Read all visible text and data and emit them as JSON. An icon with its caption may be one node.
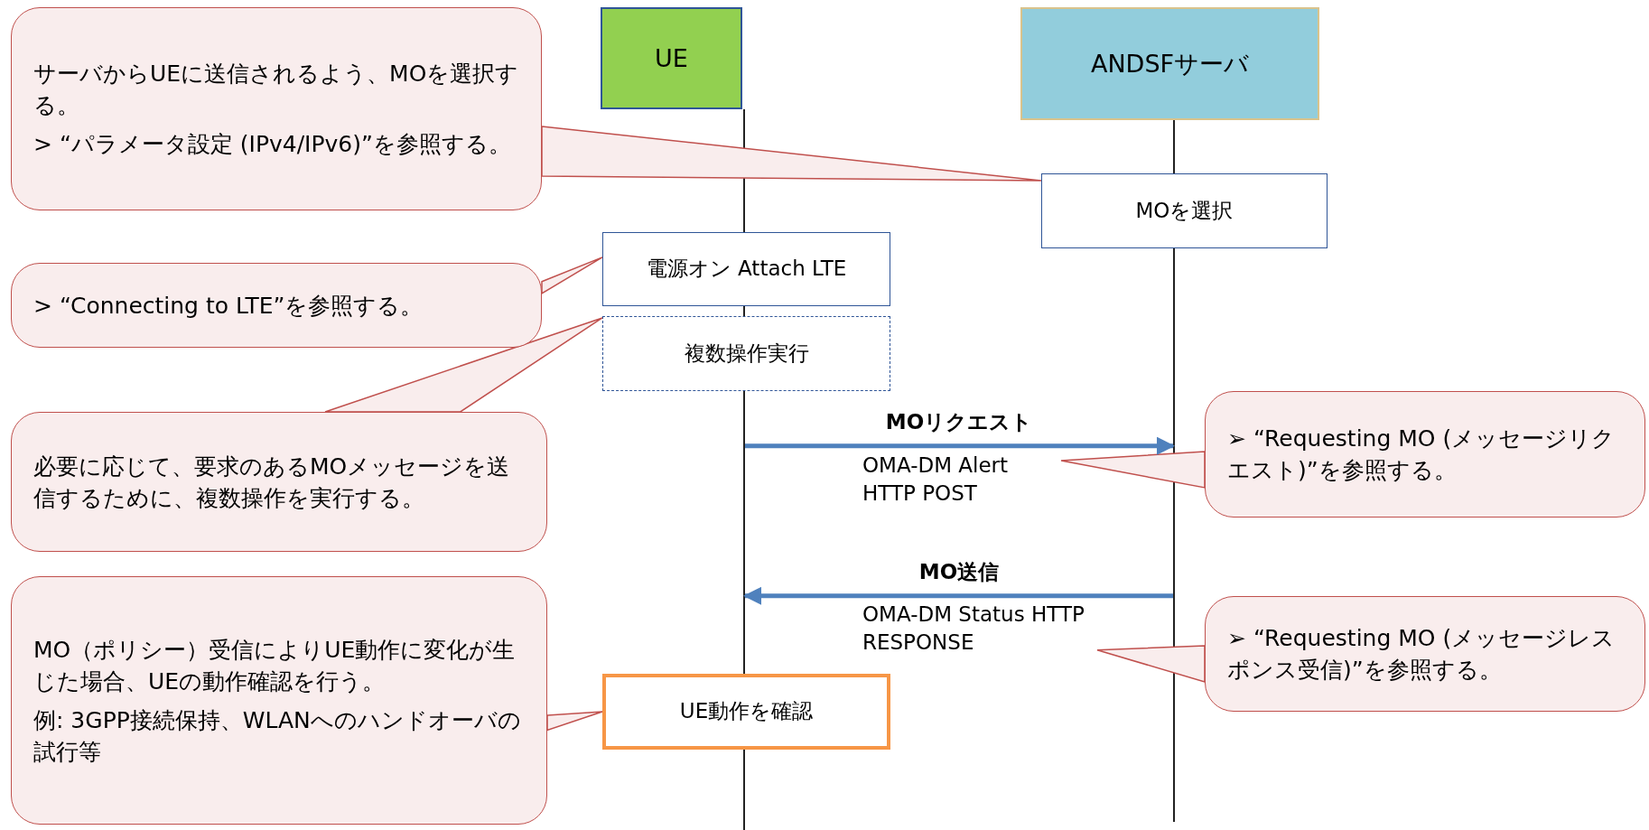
{
  "diagram": {
    "nodes": [
      {
        "text": [
          "UE"
        ]
      },
      {
        "text": [
          "ANDSFサーバ"
        ]
      },
      {
        "text": [
          "MOを選択"
        ]
      },
      {
        "text": [
          "電源オン Attach LTE"
        ]
      },
      {
        "text": [
          "複数操作実行"
        ]
      },
      {
        "text": [
          "UE動作を確認"
        ]
      },
      {
        "text": [
          "サーバからUEに送信されるよう、MOを選択する。",
          "> “パラメータ設定 (IPv4/IPv6)”を参照する。"
        ]
      },
      {
        "text": [
          "> “Connecting to LTE”を参照する。"
        ]
      },
      {
        "text": [
          "必要に応じて、要求のあるMOメッセージを送信するために、複数操作を実行する。"
        ]
      },
      {
        "text": [
          "MO（ポリシー）受信によりUE動作に変化が生じた場合、UEの動作確認を行う。",
          "例: 3GPP接続保持、WLANへのハンドオーバの試行等"
        ]
      },
      {
        "text": [
          "➢ “Requesting MO (メッセージリクエスト)”を参照する。"
        ]
      },
      {
        "text": [
          "➢ “Requesting MO (メッセージレスポンス受信)”を参照する。"
        ]
      },
      {
        "text": [],
        "shape": "bar"
      },
      {
        "text": [],
        "shape": "bar"
      },
      {
        "text": [
          "OMA-DM Alert HTTP POST"
        ]
      },
      {
        "text": [
          "OMA-DM Status HTTP RESPONSE"
        ]
      }
    ],
    "edges": [
      {
        "from": 6,
        "to": 2,
        "arrow": "none"
      },
      {
        "from": 7,
        "to": 3,
        "arrow": "none"
      },
      {
        "from": 8,
        "to": 4,
        "arrow": "none"
      },
      {
        "from": 9,
        "to": 5,
        "arrow": "none"
      },
      {
        "from": 10,
        "to": 14,
        "arrow": "none"
      },
      {
        "from": 11,
        "to": 15,
        "arrow": "none"
      },
      {
        "from": 12,
        "to": 13,
        "arrow": "to",
        "label": "MOリクエスト",
        "color": "#4f81bd"
      },
      {
        "from": 13,
        "to": 12,
        "arrow": "to",
        "label": "MO送信",
        "color": "#4f81bd"
      }
    ]
  }
}
